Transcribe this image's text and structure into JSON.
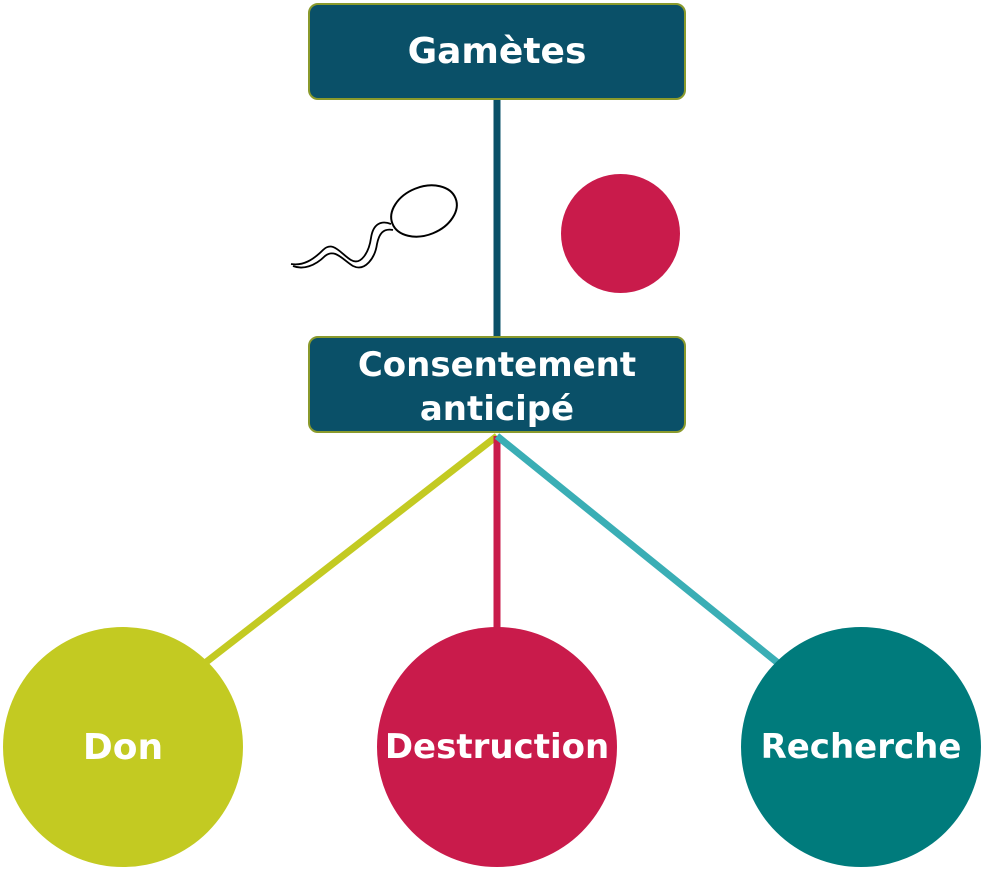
{
  "diagram": {
    "top_box": {
      "label": "Gamètes"
    },
    "middle_box": {
      "label_line1": "Consentement",
      "label_line2": "anticipé"
    },
    "outcomes": [
      {
        "label": "Don"
      },
      {
        "label": "Destruction"
      },
      {
        "label": "Recherche"
      }
    ],
    "icons": {
      "sperm": "sperm-icon",
      "ovum": "ovum-icon"
    }
  },
  "colors": {
    "box_fill": "#0a5068",
    "box_border": "#8a9a2c",
    "don": "#c3ca22",
    "destruction": "#c91b4b",
    "recherche": "#007b7c",
    "line_recherche": "#3aaeb5",
    "ovum": "#c91b4b"
  }
}
